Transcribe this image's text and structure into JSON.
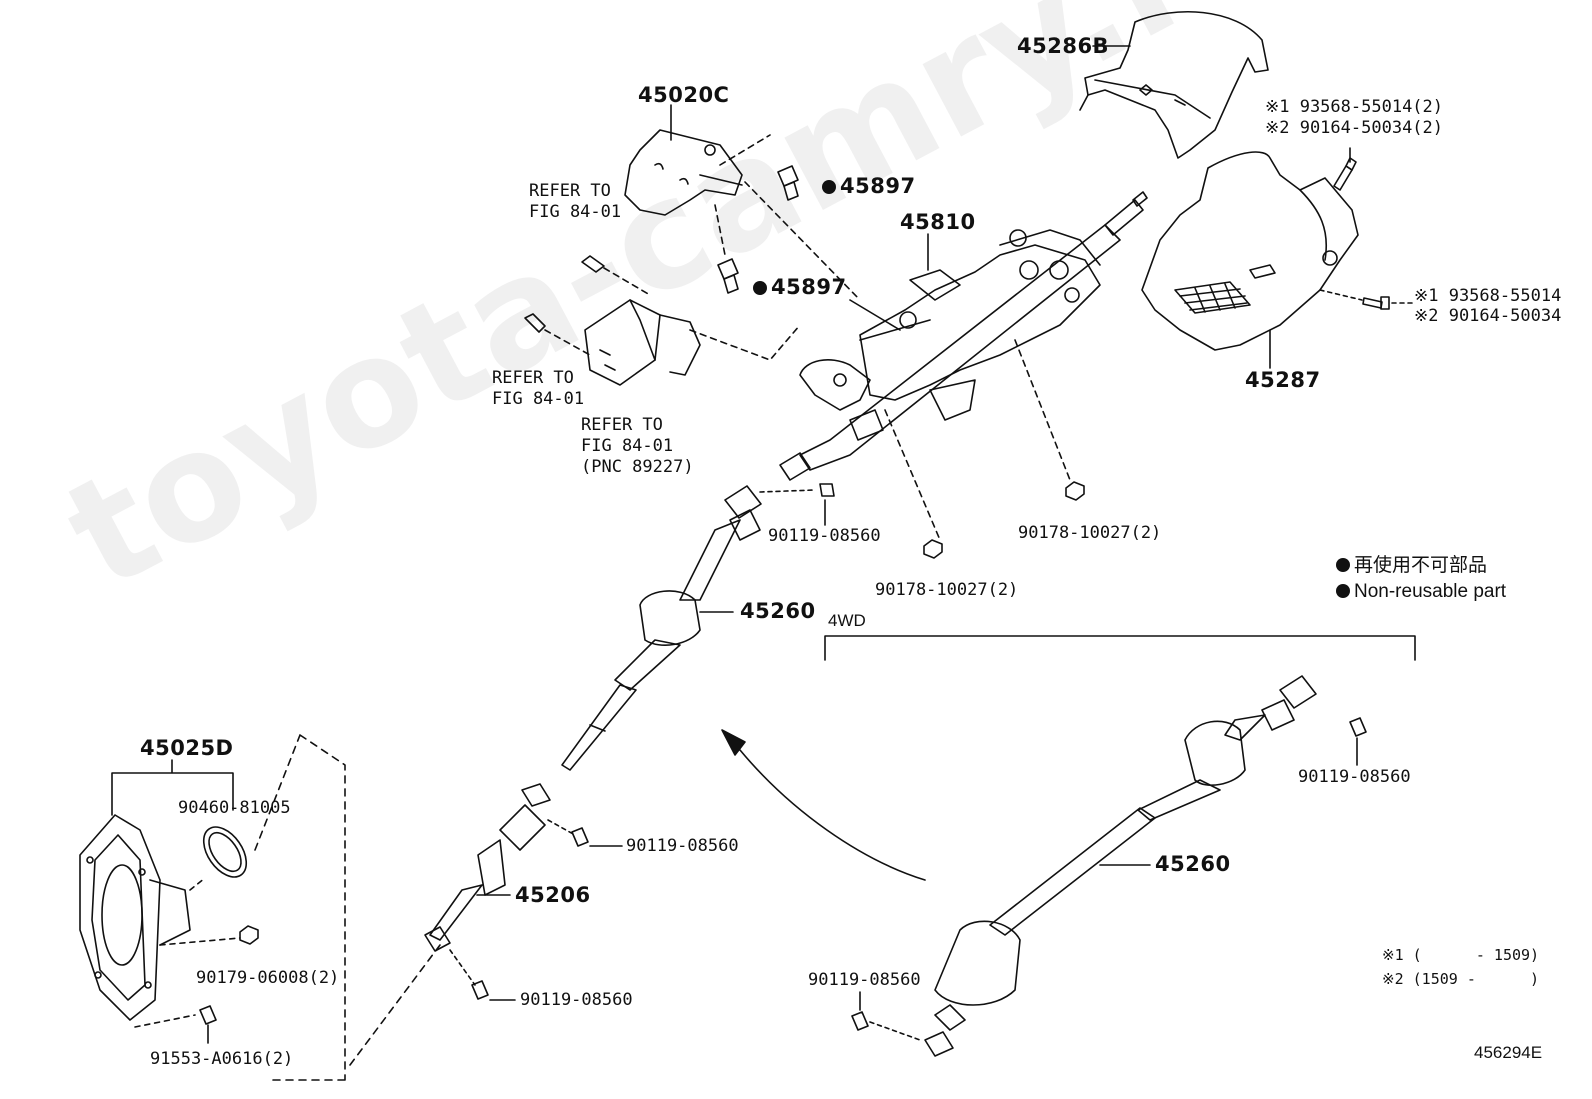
{
  "watermark": "toyota-camry.ru",
  "parts": {
    "p45286B": "45286B",
    "p45020C": "45020C",
    "p45897a": "45897",
    "p45897b": "45897",
    "p45810": "45810",
    "p45287": "45287",
    "p45260_main": "45260",
    "p45260_4wd": "45260",
    "p45206": "45206",
    "p45025D": "45025D",
    "p90119_a": "90119-08560",
    "p90119_b": "90119-08560",
    "p90119_c": "90119-08560",
    "p90119_d": "90119-08560",
    "p90119_e": "90119-08560",
    "p90178_a": "90178-10027(2)",
    "p90178_b": "90178-10027(2)",
    "p90460": "90460-81005",
    "p90179": "90179-06008(2)",
    "p91553": "91553-A0616(2)",
    "ref_top_1": "REFER TO",
    "ref_top_2": "FIG 84-01",
    "ref_mid_1": "REFER TO",
    "ref_mid_2": "FIG 84-01",
    "ref_low_1": "REFER TO",
    "ref_low_2": "FIG 84-01",
    "ref_low_3": "(PNC 89227)",
    "upper_screw_1": "※1 93568-55014(2)",
    "upper_screw_2": "※2 90164-50034(2)",
    "side_screw_1": "※1 93568-55014",
    "side_screw_2": "※2 90164-50034"
  },
  "legend": {
    "jp": "再使用不可部品",
    "en": "Non-reusable part"
  },
  "section_4wd": "4WD",
  "notes": {
    "note1": "※1 (      - 1509)",
    "note2": "※2 (1509 -      )"
  },
  "figure_id": "456294E"
}
